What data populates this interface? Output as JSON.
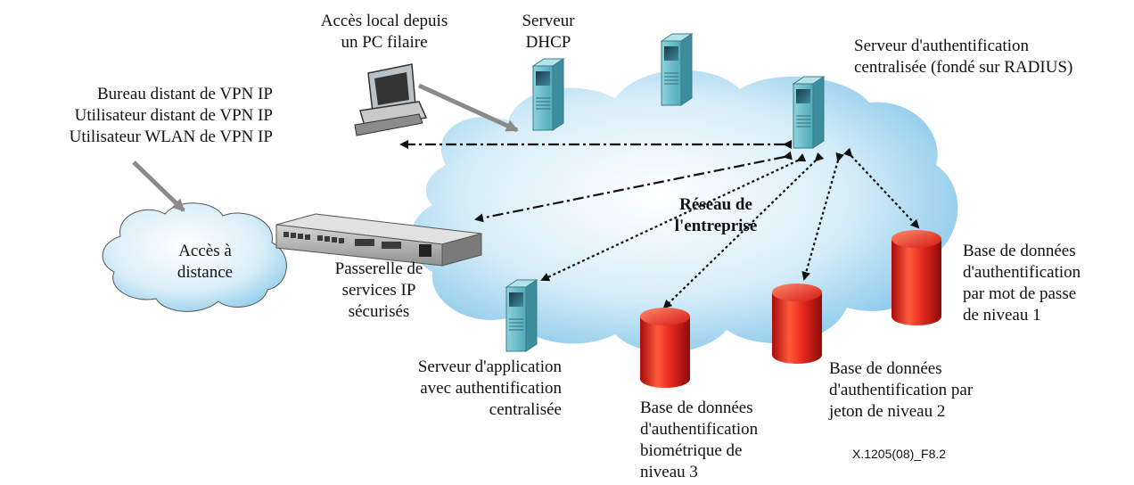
{
  "labels": {
    "local_access": "Accès local depuis\nun PC filaire",
    "dhcp_server": "Serveur\nDHCP",
    "auth_server": "Serveur d'authentification\ncentralisée (fondé sur RADIUS)",
    "remote_users": "Bureau distant de VPN IP\nUtilisateur distant de VPN IP\nUtilisateur WLAN de VPN IP",
    "remote_access": "Accès à\ndistance",
    "gateway": "Passerelle de\nservices IP\nsécurisés",
    "enterprise_network": "Réseau de\nl'entreprise",
    "app_server": "Serveur d'application\navec authentification\ncentralisée",
    "db_level1": "Base de données\nd'authentification\npar mot de passe\nde niveau 1",
    "db_level2": "Base de données\nd'authentification par\njeton de niveau 2",
    "db_level3": "Base de données\nd'authentification\nbiométrique de\nniveau 3",
    "figure_code": "X.1205(08)_F8.2"
  },
  "colors": {
    "cloud_light": "#e9f5fb",
    "cloud_dark": "#7fc4ea",
    "server_teal": "#5fb8c8",
    "db_red": "#d61f1f",
    "arrow_gray": "#8a8a8a"
  }
}
